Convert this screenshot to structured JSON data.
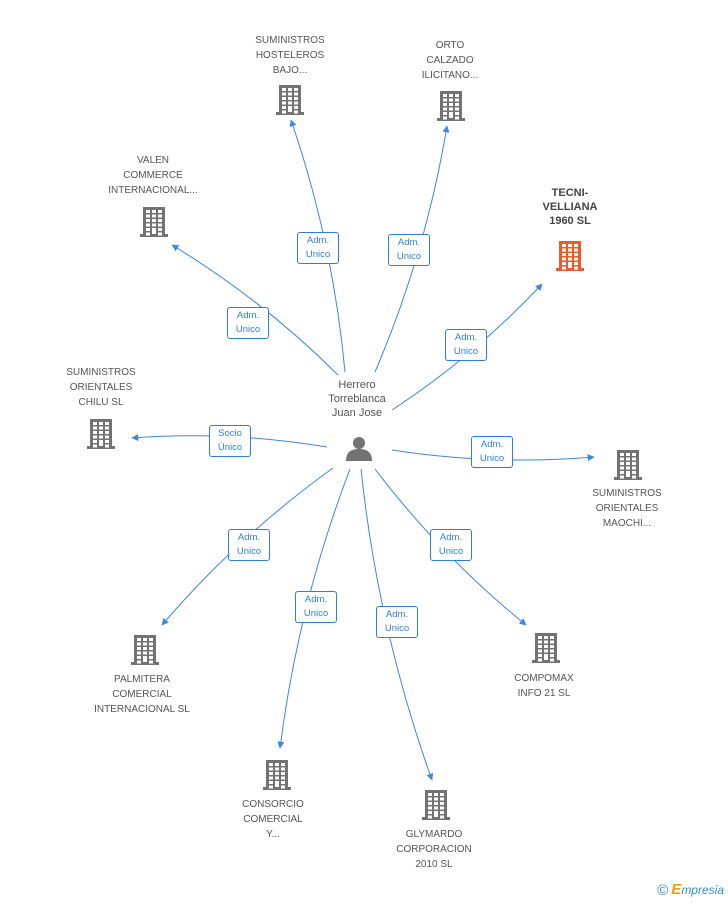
{
  "center": {
    "name_lines": [
      "Herrero",
      "Torreblanca",
      "Juan Jose"
    ],
    "icon": "person-icon"
  },
  "companies": [
    {
      "id": "suministros-hosteleros",
      "lines": [
        "SUMINISTROS",
        "HOSTELEROS",
        "BAJO..."
      ],
      "role_lines": [
        "Adm.",
        "Unico"
      ],
      "highlight": false
    },
    {
      "id": "orto-calzado",
      "lines": [
        "ORTO",
        "CALZADO",
        "ILICITANO..."
      ],
      "role_lines": [
        "Adm.",
        "Unico"
      ],
      "highlight": false
    },
    {
      "id": "tecni-velliana",
      "lines": [
        "TECNI-",
        "VELLIANA",
        "1960 SL"
      ],
      "role_lines": [
        "Adm.",
        "Unico"
      ],
      "highlight": true
    },
    {
      "id": "valen-commerce",
      "lines": [
        "VALEN",
        "COMMERCE",
        "INTERNACIONAL..."
      ],
      "role_lines": [
        "Adm.",
        "Unico"
      ],
      "highlight": false
    },
    {
      "id": "suministros-orientales-chilu",
      "lines": [
        "SUMINISTROS",
        "ORIENTALES",
        "CHILU SL"
      ],
      "role_lines": [
        "Socio",
        "Único"
      ],
      "highlight": false
    },
    {
      "id": "suministros-orientales-maochi",
      "lines": [
        "SUMINISTROS",
        "ORIENTALES",
        "MAOCHI..."
      ],
      "role_lines": [
        "Adm.",
        "Unico"
      ],
      "highlight": false
    },
    {
      "id": "palmitera-comercial",
      "lines": [
        "PALMITERA",
        "COMERCIAL",
        "INTERNACIONAL SL"
      ],
      "role_lines": [
        "Adm.",
        "Unico"
      ],
      "highlight": false
    },
    {
      "id": "compomax-info",
      "lines": [
        "COMPOMAX",
        "INFO 21 SL"
      ],
      "role_lines": [
        "Adm.",
        "Unico"
      ],
      "highlight": false
    },
    {
      "id": "consorcio-comercial",
      "lines": [
        "CONSORCIO",
        "COMERCIAL",
        "Y..."
      ],
      "role_lines": [
        "Adm.",
        "Unico"
      ],
      "highlight": false
    },
    {
      "id": "glymardo-corporacion",
      "lines": [
        "GLYMARDO",
        "CORPORACION",
        "2010 SL"
      ],
      "role_lines": [
        "Adm.",
        "Unico"
      ],
      "highlight": false
    }
  ],
  "colors": {
    "edge": "#3f87dc",
    "building": "#737373",
    "building_highlight": "#ef5a2a",
    "role_border": "#2f7fd6",
    "label": "#555555"
  },
  "icons": {
    "company": "building-icon",
    "center": "person-icon"
  },
  "footer": {
    "copyright": "©",
    "brand_initial": "E",
    "brand_rest": "mpresia"
  }
}
